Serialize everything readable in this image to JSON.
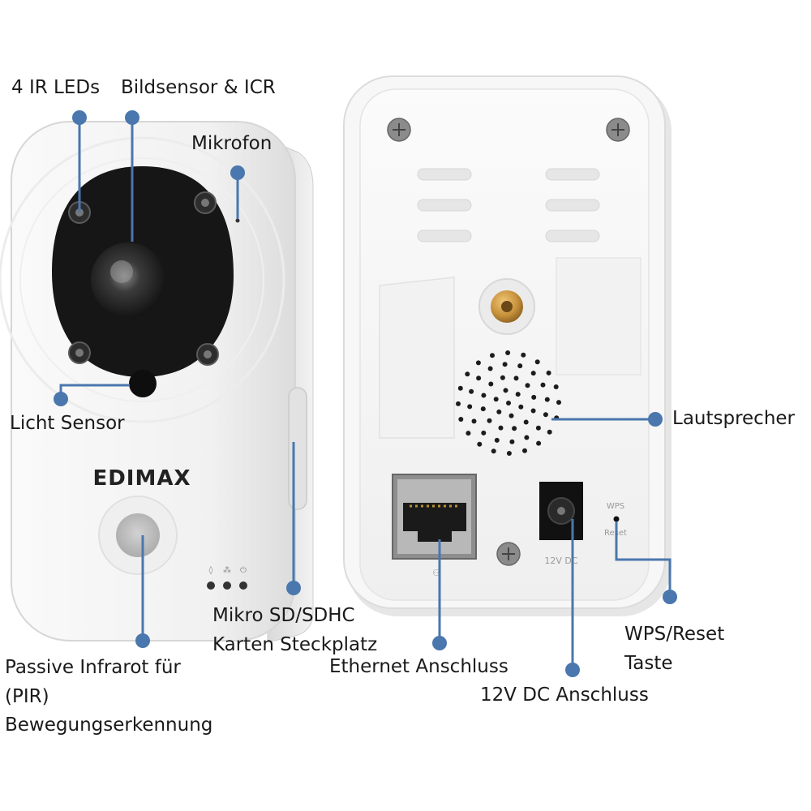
{
  "labels": {
    "ir_leds": "4 IR LEDs",
    "image_sensor": "Bildsensor & ICR",
    "microphone": "Mikrofon",
    "light_sensor": "Licht Sensor",
    "pir_line1": "Passive Infrarot für",
    "pir_line2": "(PIR)",
    "pir_line3": "Bewegungserkennung",
    "sd_line1": "Mikro SD/SDHC",
    "sd_line2": "Karten Steckplatz",
    "ethernet": "Ethernet Anschluss",
    "power": "12V DC Anschluss",
    "wps_line1": "WPS/Reset",
    "wps_line2": "Taste",
    "speaker": "Lautsprecher"
  },
  "device_text": {
    "brand": "EDIMAX",
    "wps": "WPS",
    "reset": "Reset",
    "dc": "12V DC"
  },
  "colors": {
    "callout": "#4a77ad",
    "body": "#f4f4f4",
    "lens_black": "#161616",
    "brass": "#c8923c"
  }
}
